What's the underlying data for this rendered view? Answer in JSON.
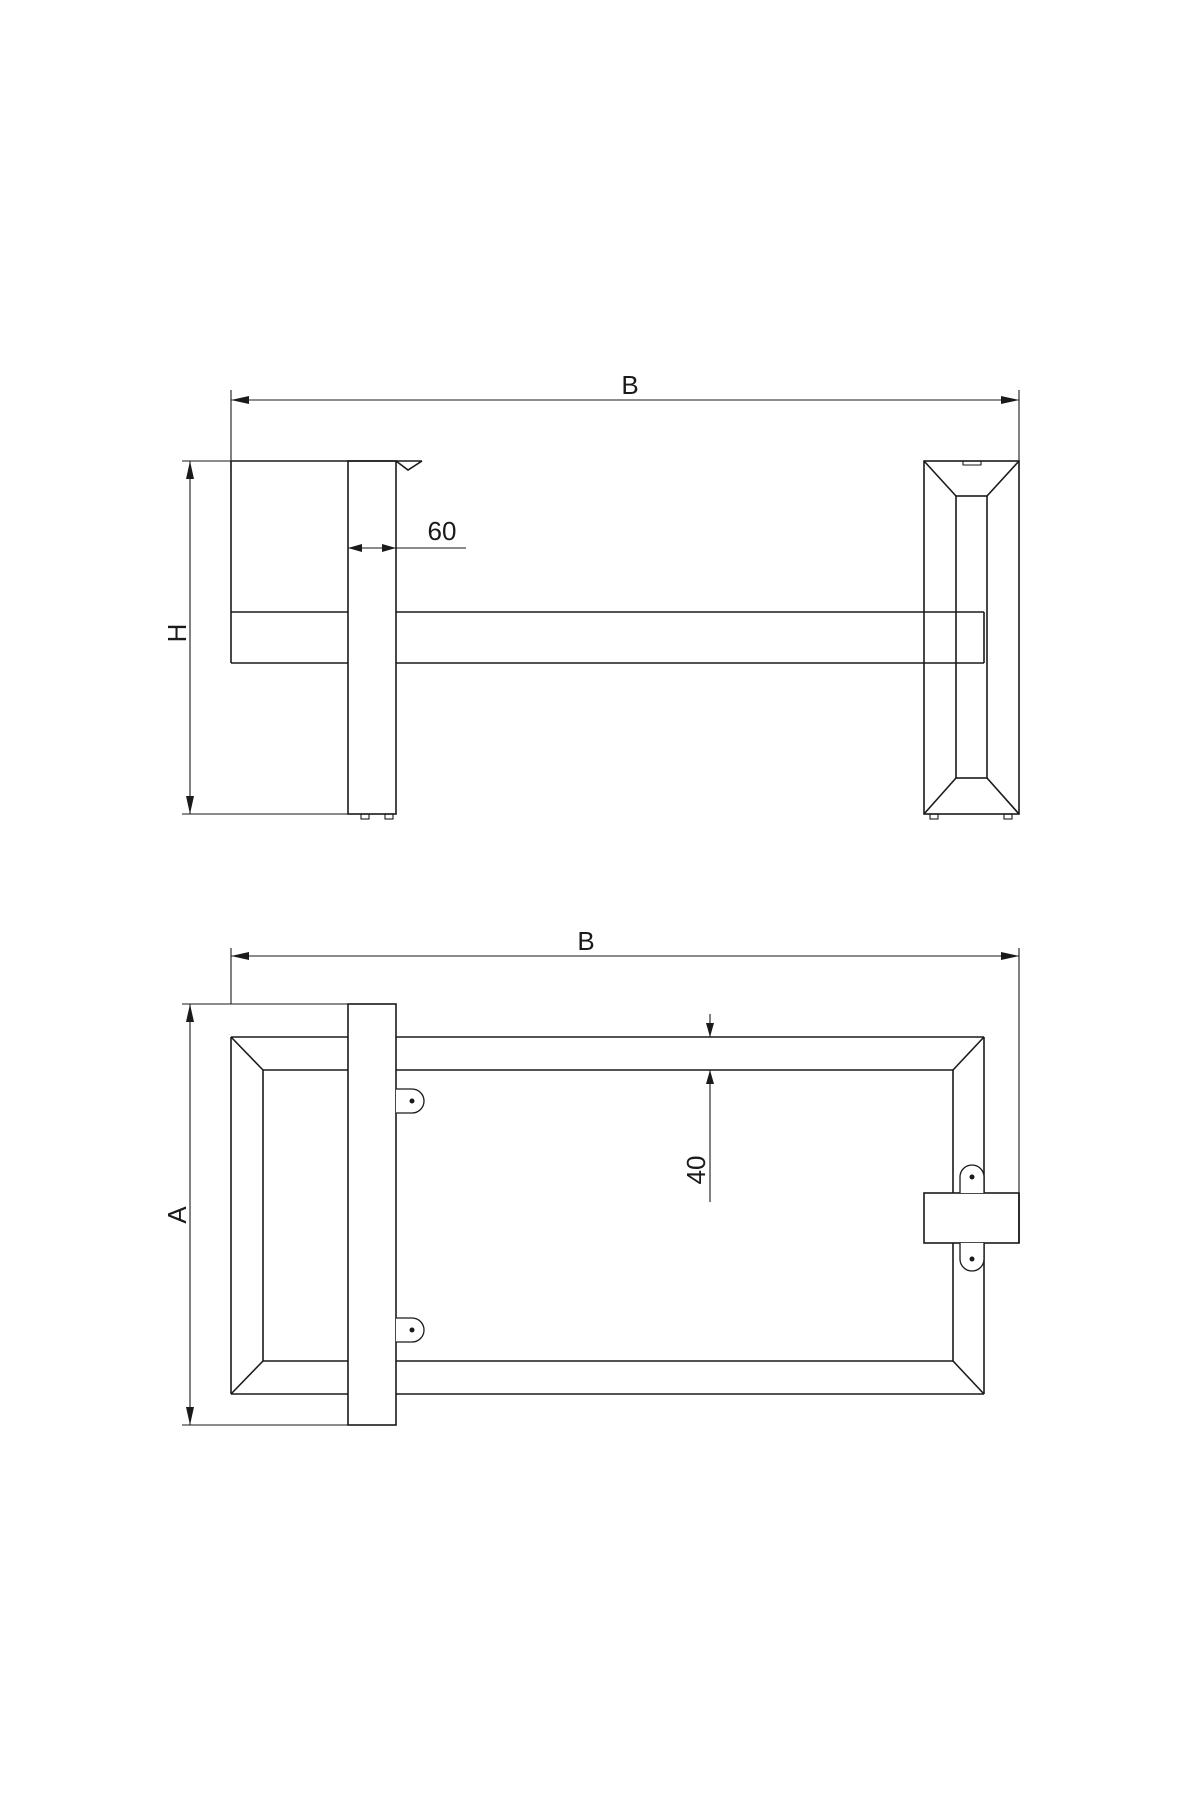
{
  "dimensions": {
    "side_view": {
      "width_label": "B",
      "height_label": "H",
      "leg_width_label": "60"
    },
    "top_view": {
      "width_label": "B",
      "depth_label": "A",
      "rail_width_label": "40"
    }
  },
  "colors": {
    "line": "#1a1a1a",
    "background": "#ffffff"
  }
}
